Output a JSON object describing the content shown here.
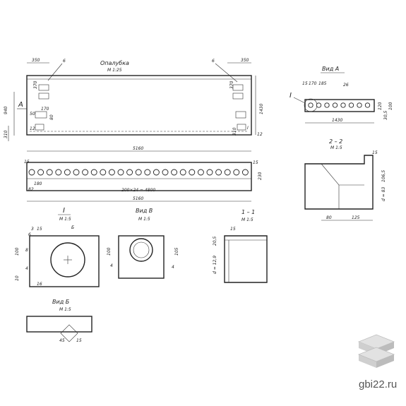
{
  "titles": {
    "formwork": "Опалубка",
    "formwork_scale": "М 1:25",
    "view_a": "Вид А",
    "section_2": "2 – 2",
    "section_2_scale": "М 1:5",
    "node_1": "I",
    "node_1_scale": "М 1:5",
    "view_v": "Вид В",
    "view_v_scale": "М 1:5",
    "section_1": "1 – 1",
    "section_1_scale": "М 1:5",
    "view_b": "Вид Б",
    "view_b_scale": "М 1:5"
  },
  "dims": {
    "d350l": "350",
    "d350r": "350",
    "d6l": "6",
    "d6r": "6",
    "d1430": "1430",
    "d940": "940",
    "d310": "310",
    "d5160a": "5160",
    "d5160b": "5160",
    "dA": "А",
    "d170l": "170",
    "d50l": "50",
    "d12l": "12",
    "d80l": "80",
    "d370l": "370",
    "d370r": "370",
    "d310r": "310",
    "dIr": "I",
    "d12r": "12",
    "d15a": "15",
    "d15b": "15",
    "d200x24": "200×24 = 4800",
    "d230": "230",
    "d180": "180",
    "d82": "82",
    "vA_I": "I",
    "vA_15": "15",
    "vA_170": "170",
    "vA_185": "185",
    "vA_26": "26",
    "vA_1430": "1430",
    "vA_30": "30,5",
    "vA_120": "120",
    "vA_100": "100",
    "s2_15": "15",
    "s2_1065": "106,5",
    "s2_d83": "d = 83",
    "s2_80": "80",
    "s2_125": "125",
    "n1_3": "3",
    "n1_15": "15",
    "n1_6": "6",
    "n1_b": "Б",
    "n1_100": "100",
    "n1_8": "8",
    "n1_4": "4",
    "n1_10": "10",
    "n1_y": "16",
    "vV_100": "100",
    "vV_105": "105",
    "vV_4": "4",
    "vV_p": "4",
    "s1_15": "15",
    "s1_205": "20,5",
    "s1_d": "d = 12,9",
    "vB_a": "45",
    "vB_b": "15"
  },
  "watermark": "gbi22.ru"
}
